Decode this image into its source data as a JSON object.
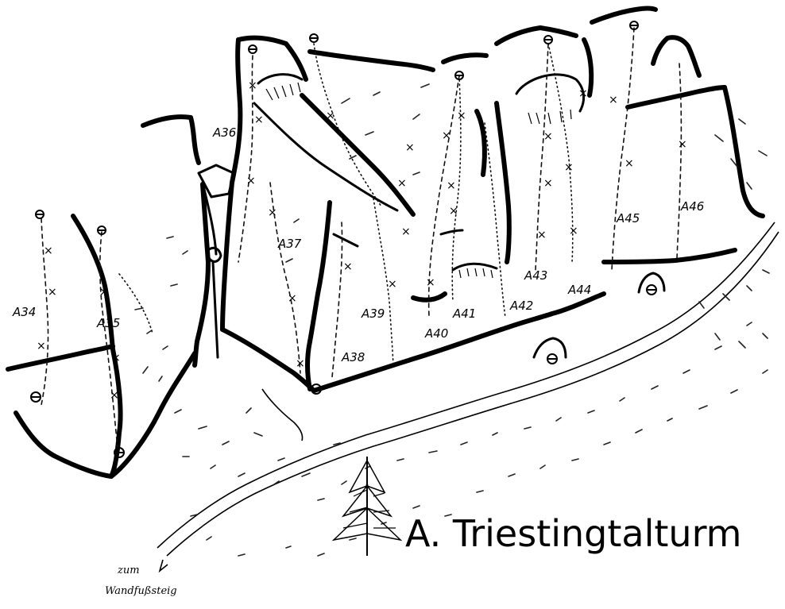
{
  "title": "A. Triestingtalturm",
  "footnote": {
    "line1": "zum",
    "line2": "Wandfußsteig"
  },
  "routes": [
    {
      "id": "a34",
      "label": "A34"
    },
    {
      "id": "a35",
      "label": "A35"
    },
    {
      "id": "a36",
      "label": "A36"
    },
    {
      "id": "a37",
      "label": "A37"
    },
    {
      "id": "a38",
      "label": "A38"
    },
    {
      "id": "a39",
      "label": "A39"
    },
    {
      "id": "a40",
      "label": "A40"
    },
    {
      "id": "a41",
      "label": "A41"
    },
    {
      "id": "a42",
      "label": "A42"
    },
    {
      "id": "a43",
      "label": "A43"
    },
    {
      "id": "a44",
      "label": "A44"
    },
    {
      "id": "a45",
      "label": "A45"
    },
    {
      "id": "a46",
      "label": "A46"
    }
  ],
  "symbols": {
    "anchor": "⊖",
    "lower_off": "⊖₇",
    "bolt": "×"
  },
  "colors": {
    "ink": "#000000",
    "paper": "#ffffff"
  }
}
